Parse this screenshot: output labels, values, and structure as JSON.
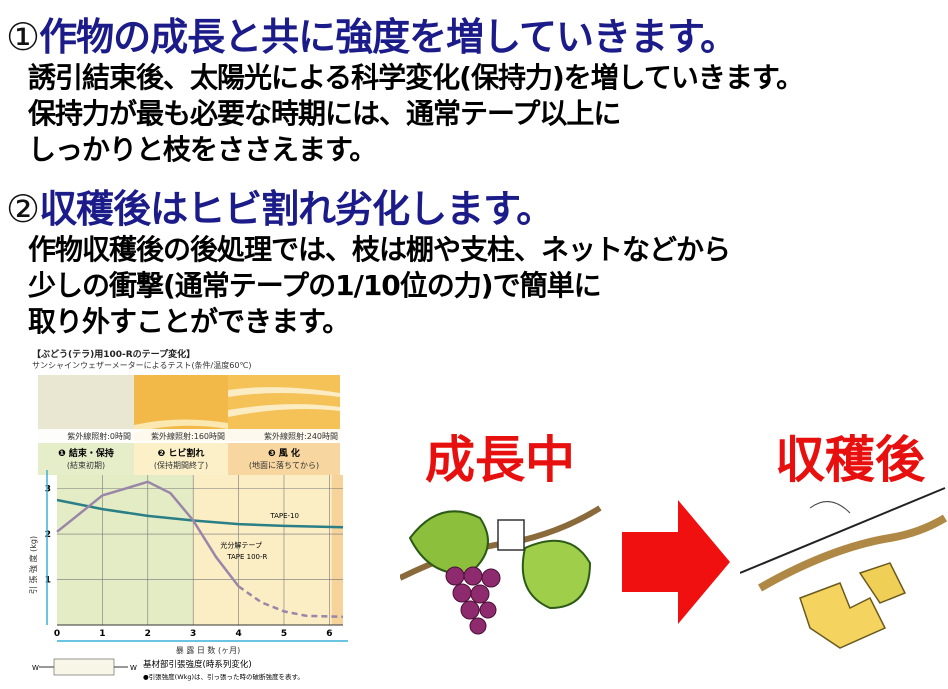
{
  "section1": {
    "number": "①",
    "heading": "作物の成長と共に強度を増していきます。",
    "lines": [
      "誘引結束後、太陽光による科学変化(保持力)を増していきます。",
      "保持力が最も必要な時期には、通常テープ以上に",
      "しっかりと枝をささえます。"
    ]
  },
  "section2": {
    "number": "②",
    "heading": "収穫後はヒビ割れ劣化します。",
    "lines": [
      "作物収穫後の後処理では、枝は棚や支柱、ネットなどから",
      "少しの衝撃(通常テープの1/10位の力)で簡単に",
      "取り外すことができます。"
    ]
  },
  "chart_data": {
    "type": "line",
    "title": "【ぶどう(テラ)用100-Rのテープ変化】",
    "subtitle": "サンシャインウェザーメーターによるテスト(条件/温度60℃)",
    "photo_captions": [
      "紫外線照射:0時間",
      "紫外線照射:160時間",
      "紫外線照射:240時間"
    ],
    "stages": [
      {
        "title": "❶ 結束・保持",
        "sub": "(結束初期)"
      },
      {
        "title": "❷ ヒビ割れ",
        "sub": "(保持期間終了)"
      },
      {
        "title": "❸ 風 化",
        "sub": "(地面に落ちてから)"
      }
    ],
    "xlabel": "暴 露 日 数 (ヶ月)",
    "ylabel": "引 張 強 度 (kg)",
    "xlim": [
      0,
      6.3
    ],
    "ylim": [
      0,
      3.3
    ],
    "xticks": [
      "0",
      "1",
      "2",
      "3",
      "4",
      "5",
      "6"
    ],
    "yticks": [
      "1",
      "2",
      "3"
    ],
    "series": [
      {
        "name": "TAPE-10",
        "color": "#2a7f86",
        "x": [
          0,
          1,
          2,
          3,
          4,
          5,
          6.3
        ],
        "y": [
          2.75,
          2.55,
          2.4,
          2.3,
          2.22,
          2.18,
          2.15
        ]
      },
      {
        "name": "光分解テープ TAPE 100-R",
        "label_line1": "光分解テープ",
        "label_line2": "TAPE 100-R",
        "color": "#9a86a8",
        "x": [
          0,
          1,
          2,
          2.5,
          3,
          3.5,
          4
        ],
        "y": [
          2.05,
          2.85,
          3.15,
          2.9,
          2.3,
          1.5,
          0.85
        ],
        "dashed_x": [
          4,
          4.5,
          5,
          5.5,
          6.3
        ],
        "dashed_y": [
          0.85,
          0.5,
          0.3,
          0.2,
          0.18
        ]
      }
    ],
    "legend_caption": "基材部引張強度(時系列変化)",
    "legend_note": "●引張強度(Wkg)は、引っ張った時の破断強度を表す。",
    "legend_w": "W"
  },
  "growing_label": "成長中",
  "harvest_label": "収穫後",
  "colors": {
    "heading": "#1b1b8a",
    "label": "#e8100e",
    "arrow": "#f01010"
  }
}
